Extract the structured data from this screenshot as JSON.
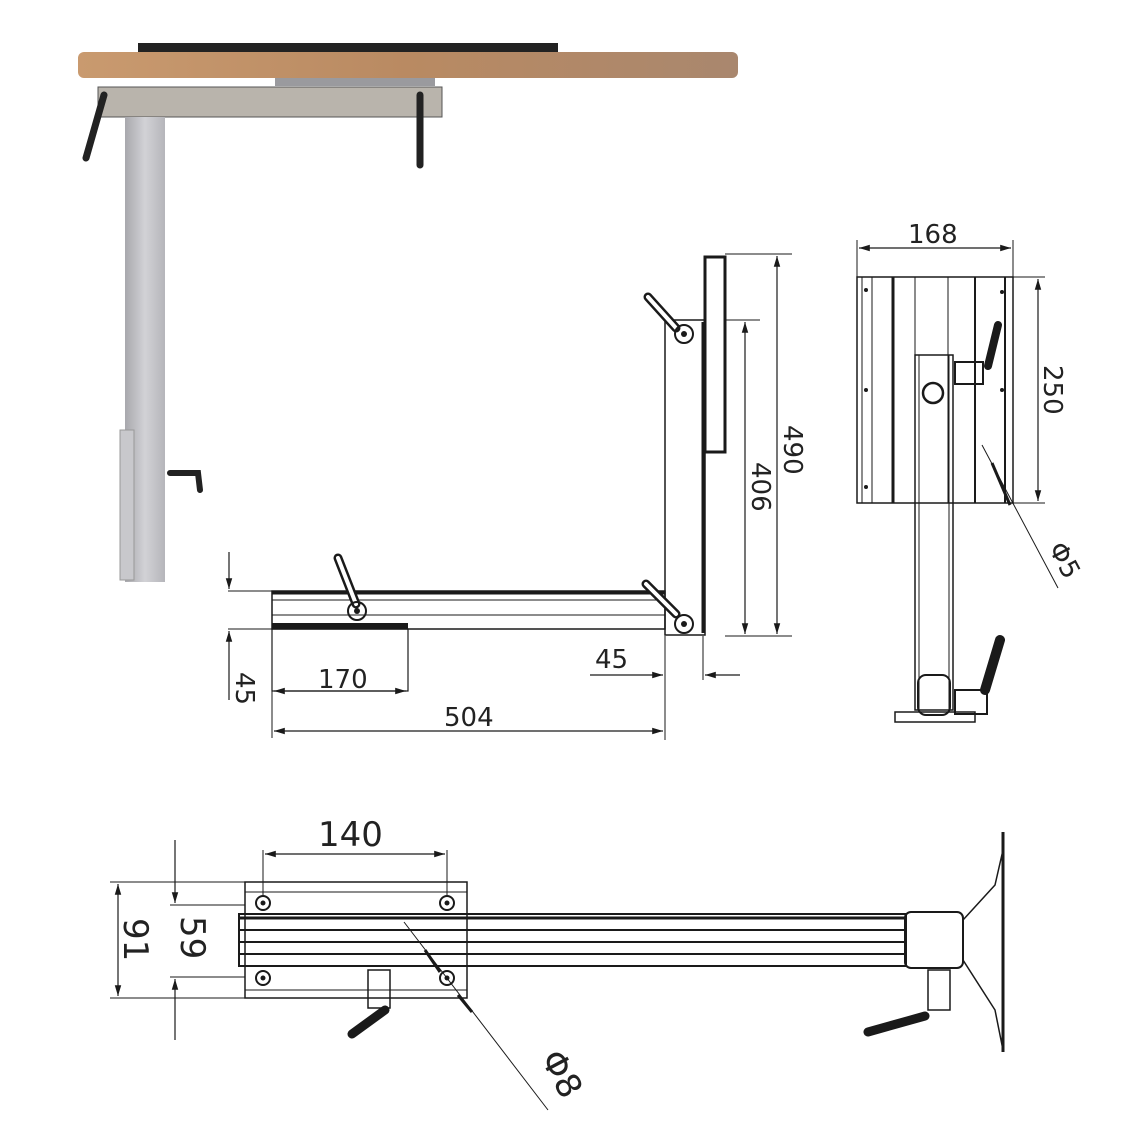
{
  "figure": {
    "type": "technical-drawing",
    "subject": "Swivel table mount with telescopic leg",
    "colors": {
      "background": "#ffffff",
      "line": "#1a1a1a",
      "wood": "#b98a62",
      "metal": "#bfbfc4",
      "handle": "#2a2a2a"
    }
  },
  "photo": {
    "label": "product-photo"
  },
  "side_view": {
    "dimensions": {
      "height_total": "490",
      "height_inner": "406",
      "offset_right": "45",
      "arm_thickness": "45",
      "plate_length": "170",
      "arm_length": "504"
    }
  },
  "end_view": {
    "dimensions": {
      "width": "168",
      "height": "250",
      "hole_diameter": "Φ5"
    }
  },
  "top_view": {
    "dimensions": {
      "hole_spacing": "140",
      "outer_width": "91",
      "inner_width": "59",
      "hole_diameter": "Φ8"
    }
  }
}
